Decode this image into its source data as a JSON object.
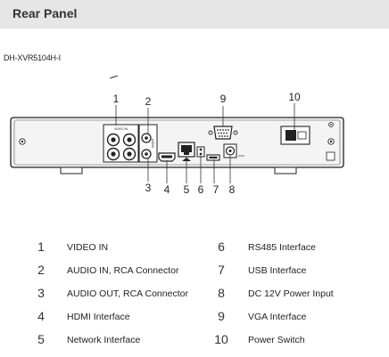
{
  "header": {
    "title": "Rear Panel"
  },
  "model": "DH-XVR5104H-I",
  "callouts": [
    "1",
    "2",
    "3",
    "4",
    "5",
    "6",
    "7",
    "8",
    "9",
    "10"
  ],
  "port_labels": {
    "video_in": "VIDEO IN",
    "audio": "AUDIO"
  },
  "legend": [
    {
      "num": "1",
      "text": "VIDEO IN"
    },
    {
      "num": "2",
      "text": "AUDIO IN, RCA Connector"
    },
    {
      "num": "3",
      "text": "AUDIO OUT, RCA Connector"
    },
    {
      "num": "4",
      "text": "HDMI Interface"
    },
    {
      "num": "5",
      "text": "Network Interface"
    },
    {
      "num": "6",
      "text": "RS485 Interface"
    },
    {
      "num": "7",
      "text": "USB Interface"
    },
    {
      "num": "8",
      "text": "DC 12V Power Input"
    },
    {
      "num": "9",
      "text": "VGA Interface"
    },
    {
      "num": "10",
      "text": "Power Switch"
    }
  ]
}
